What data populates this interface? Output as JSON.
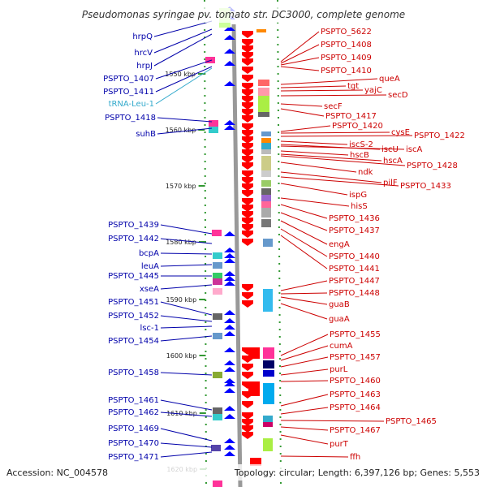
{
  "title": "Pseudomonas syringae pv. tomato str. DC3000, complete genome",
  "accession": "Accession: NC_004578",
  "topology": "Topology: circular; Length: 6,397,126 bp; Genes: 5,553",
  "colors": {
    "left_label": "#0000aa",
    "left_label_rna": "#33aacc",
    "right_label": "#cc0000",
    "backbone": "#999999",
    "tick": "#339933",
    "minus_strand": "#0000ff",
    "plus_strand": "#ff0000"
  },
  "scale": [
    {
      "label": "1550 kbp"
    },
    {
      "label": "1560 kbp"
    },
    {
      "label": "1570 kbp"
    },
    {
      "label": "1580 kbp"
    },
    {
      "label": "1590 kbp"
    },
    {
      "label": "1600 kbp"
    },
    {
      "label": "1610 kbp"
    },
    {
      "label": "1620 kbp"
    }
  ],
  "left_genes": [
    {
      "name": "hrpQ",
      "type": "gene"
    },
    {
      "name": "hrcV",
      "type": "gene"
    },
    {
      "name": "hrpJ",
      "type": "gene"
    },
    {
      "name": "PSPTO_1407",
      "type": "gene"
    },
    {
      "name": "PSPTO_1411",
      "type": "gene"
    },
    {
      "name": "tRNA-Leu-1",
      "type": "rna"
    },
    {
      "name": "PSPTO_1418",
      "type": "gene"
    },
    {
      "name": "suhB",
      "type": "gene"
    },
    {
      "name": "PSPTO_1439",
      "type": "gene"
    },
    {
      "name": "PSPTO_1442",
      "type": "gene"
    },
    {
      "name": "bcpA",
      "type": "gene"
    },
    {
      "name": "leuA",
      "type": "gene"
    },
    {
      "name": "PSPTO_1445",
      "type": "gene"
    },
    {
      "name": "xseA",
      "type": "gene"
    },
    {
      "name": "PSPTO_1451",
      "type": "gene"
    },
    {
      "name": "PSPTO_1452",
      "type": "gene"
    },
    {
      "name": "lsc-1",
      "type": "gene"
    },
    {
      "name": "PSPTO_1454",
      "type": "gene"
    },
    {
      "name": "PSPTO_1458",
      "type": "gene"
    },
    {
      "name": "PSPTO_1461",
      "type": "gene"
    },
    {
      "name": "PSPTO_1462",
      "type": "gene"
    },
    {
      "name": "PSPTO_1469",
      "type": "gene"
    },
    {
      "name": "PSPTO_1470",
      "type": "gene"
    },
    {
      "name": "PSPTO_1471",
      "type": "gene"
    }
  ],
  "right_genes": [
    {
      "name": "PSPTO_5622"
    },
    {
      "name": "PSPTO_1408"
    },
    {
      "name": "PSPTO_1409"
    },
    {
      "name": "PSPTO_1410"
    },
    {
      "name": "queA"
    },
    {
      "name": "tgt"
    },
    {
      "name": "yajC"
    },
    {
      "name": "secD"
    },
    {
      "name": "secF"
    },
    {
      "name": "PSPTO_1417"
    },
    {
      "name": "PSPTO_1420"
    },
    {
      "name": "cysE"
    },
    {
      "name": "PSPTO_1422"
    },
    {
      "name": "iscS-2"
    },
    {
      "name": "iscU"
    },
    {
      "name": "iscA"
    },
    {
      "name": "hscB"
    },
    {
      "name": "hscA"
    },
    {
      "name": "PSPTO_1428"
    },
    {
      "name": "ndk"
    },
    {
      "name": "pilF"
    },
    {
      "name": "PSPTO_1433"
    },
    {
      "name": "ispG"
    },
    {
      "name": "hisS"
    },
    {
      "name": "PSPTO_1436"
    },
    {
      "name": "PSPTO_1437"
    },
    {
      "name": "engA"
    },
    {
      "name": "PSPTO_1440"
    },
    {
      "name": "PSPTO_1441"
    },
    {
      "name": "PSPTO_1447"
    },
    {
      "name": "PSPTO_1448"
    },
    {
      "name": "guaB"
    },
    {
      "name": "guaA"
    },
    {
      "name": "PSPTO_1455"
    },
    {
      "name": "cumA"
    },
    {
      "name": "PSPTO_1457"
    },
    {
      "name": "purL"
    },
    {
      "name": "PSPTO_1460"
    },
    {
      "name": "PSPTO_1463"
    },
    {
      "name": "PSPTO_1464"
    },
    {
      "name": "PSPTO_1465"
    },
    {
      "name": "PSPTO_1467"
    },
    {
      "name": "purT"
    },
    {
      "name": "ffh"
    }
  ]
}
